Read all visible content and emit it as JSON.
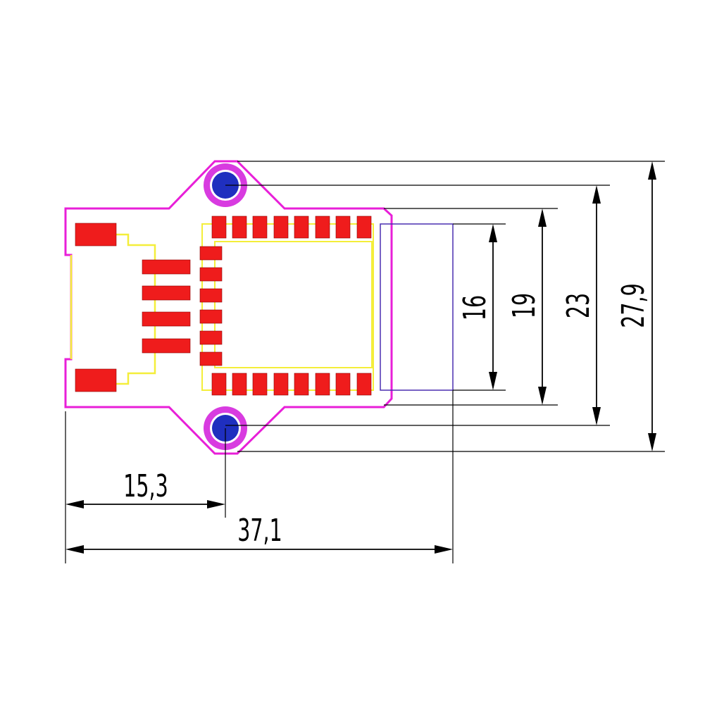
{
  "colors": {
    "board_outline": "#e81fd8",
    "silkscreen": "#f4ee3a",
    "pad": "#ef1c1c",
    "keepout": "#4a2fb0",
    "mount_ring": "#d83be0",
    "mount_hole": "#1f2fbf",
    "dimension": "#000000"
  },
  "dimensions": {
    "width_to_hole": "15,3",
    "total_width": "37,1",
    "module_height": "16",
    "pad_rows_height": "19",
    "board_height": "23",
    "hole_span": "27,9"
  }
}
